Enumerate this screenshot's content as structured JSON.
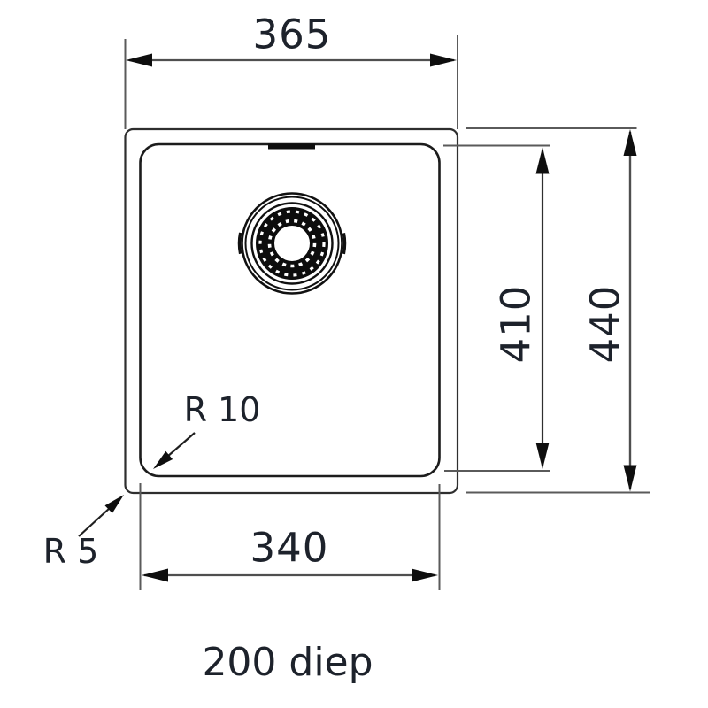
{
  "drawing": {
    "type": "sink-top-view-technical-drawing",
    "labels": {
      "outer_width": "365",
      "outer_height": "440",
      "bowl_width": "340",
      "bowl_height": "410",
      "bowl_corner_radius": "R 10",
      "outer_corner_radius": "R 5",
      "depth": "200 diep"
    },
    "icons": {
      "drain": "drain-strainer-icon"
    },
    "colors": {
      "background": "#ffffff",
      "outline": "#2a2a2a",
      "dimension_line": "#555555",
      "arrowhead": "#0e0e0e",
      "text": "#1d222b"
    }
  }
}
